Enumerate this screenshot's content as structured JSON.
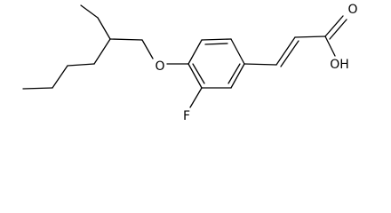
{
  "molecule": {
    "atoms": {
      "oxygen_ether": "O",
      "fluorine": "F",
      "oxygen_carbonyl": "O",
      "hydroxyl": "OH"
    }
  }
}
